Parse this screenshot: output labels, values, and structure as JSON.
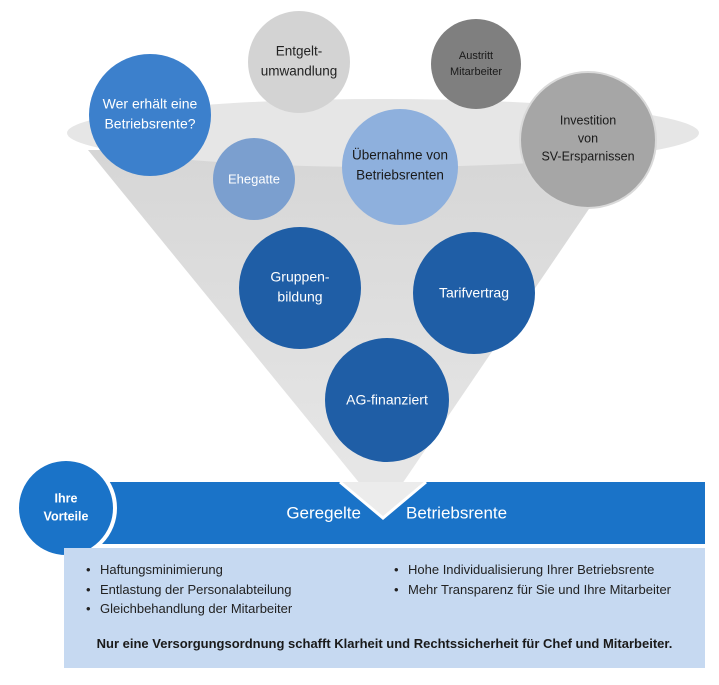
{
  "funnel": {
    "top_circles": {
      "who": [
        "Wer erhält eine",
        "Betriebsrente?"
      ],
      "entgelt": [
        "Entgelt-",
        "umwandlung"
      ],
      "austritt": [
        "Austritt",
        "Mitarbeiter"
      ],
      "investition": [
        "Investition",
        "von",
        "SV-Ersparnissen"
      ],
      "ehegatte": [
        "Ehegatte"
      ],
      "uebernahme": [
        "Übernahme von",
        "Betriebsrenten"
      ]
    },
    "inner_circles": {
      "gruppen": [
        "Gruppen-",
        "bildung"
      ],
      "tarif": [
        "Tarifvertrag"
      ],
      "ag": [
        "AG-finanziert"
      ]
    }
  },
  "badge": [
    "Ihre",
    "Vorteile"
  ],
  "banner": {
    "left": "Geregelte",
    "right": "Betriebsrente"
  },
  "benefits": {
    "left": [
      "Haftungsminimierung",
      "Entlastung der Personalabteilung",
      "Gleichbehandlung der Mitarbeiter"
    ],
    "right": [
      "Hohe Individualisierung Ihrer Betriebsrente",
      "Mehr Transparenz für Sie und Ihre Mitarbeiter"
    ],
    "note": "Nur eine Versorgungsordnung schafft Klarheit und Rechtssicherheit für Chef und Mitarbeiter."
  },
  "colors": {
    "funnel": "#d9d9d9",
    "dark_blue": "#1f5ea6",
    "mid_blue": "#3c80cc",
    "light_blue": "#8db4e2",
    "light_gray": "#d3d3d3",
    "dark_gray": "#808080",
    "banner": "#1a73c8",
    "panel": "#c6d9f1"
  }
}
